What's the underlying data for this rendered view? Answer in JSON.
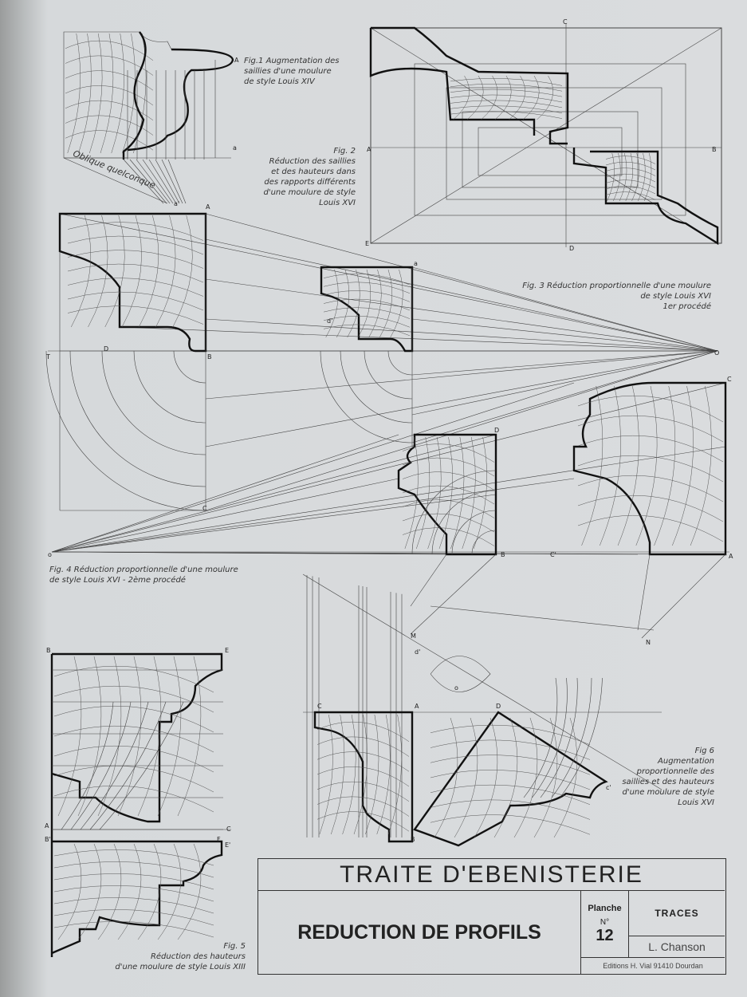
{
  "captions": {
    "fig1": "Fig.1 Augmentation des\nsaillies d'une moulure\nde style  Louis XIV",
    "fig1_oblique": "Oblique quelconque",
    "fig2": "Fig. 2\nRéduction des saillies\net des hauteurs dans\ndes rapports différents\nd'une moulure de style\nLouis XVI",
    "fig3": "Fig. 3  Réduction proportionnelle d'une moulure\nde style  Louis XVI\n1er procédé",
    "fig4": "Fig. 4  Réduction proportionnelle d'une moulure\nde style Louis XVI   -   2ème procédé",
    "fig5": "Fig. 5\nRéduction  des hauteurs\nd'une moulure de style Louis  XIII",
    "fig6": "Fig 6\nAugmentation\nproportionnelle  des\nsaillies et des hauteurs\nd'une moulure de style\nLouis XVI"
  },
  "title_block": {
    "series": "TRAITE  D'EBENISTERIE",
    "title": "REDUCTION DE PROFILS",
    "planche_label": "Planche",
    "number_label": "N°",
    "number": "12",
    "category": "TRACES",
    "author": "L. Chanson",
    "publisher": "Editions H. Vial 91410 Dourdan"
  },
  "point_labels": [
    "A",
    "a",
    "B",
    "C",
    "D",
    "E",
    "T",
    "O",
    "o",
    "M",
    "N",
    "c'",
    "a'",
    "d'",
    "C'",
    "E'",
    "B'",
    "F"
  ]
}
